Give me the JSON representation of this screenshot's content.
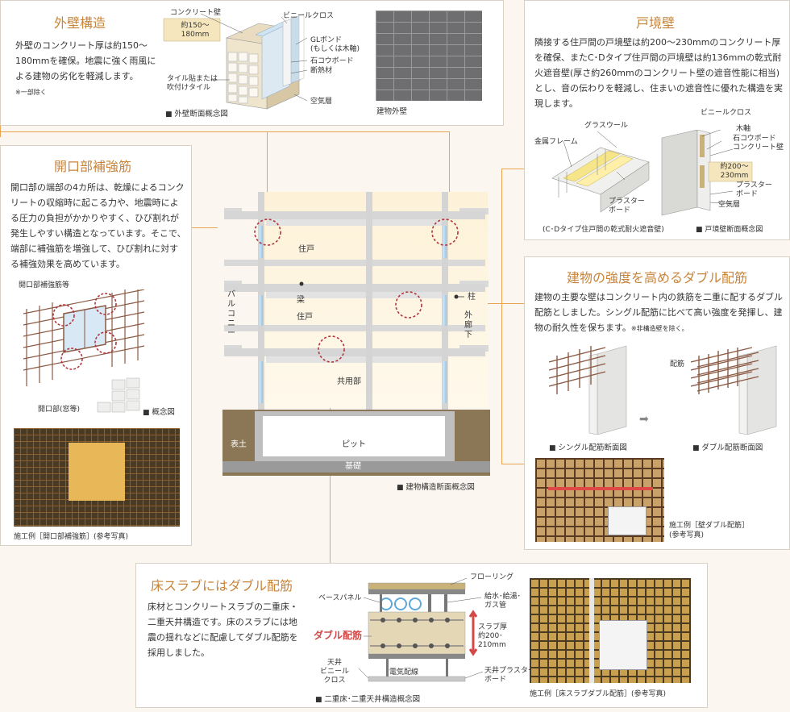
{
  "exterior_wall": {
    "title": "外壁構造",
    "text": "外壁のコンクリート厚は約150～180mmを確保。地震に強く雨風による建物の劣化を軽減します。",
    "note": "※一部除く",
    "labels": {
      "concrete_wall": "コンクリート壁",
      "thickness": "約150～\n180mm",
      "vinyl_cloth": "ビニールクロス",
      "gl_bond": "GLボンド\n(もしくは木軸)",
      "gypsum": "石コウボード",
      "insulation": "断熱材",
      "tile": "タイル貼または\n吹付けタイル",
      "air_layer": "空気層"
    },
    "caption_diagram": "外壁断面概念図",
    "caption_photo": "建物外壁"
  },
  "boundary_wall": {
    "title": "戸境壁",
    "text": "隣接する住戸間の戸境壁は約200～230mmのコンクリート厚を確保、またC･Dタイプ住戸間の戸境壁は約136mmの乾式耐火遮音壁(厚さ約260mmのコンクリート壁の遮音性能に相当)とし、音の伝わりを軽減し、住まいの遮音性に優れた構造を実現します。",
    "labels": {
      "glass_wool": "グラスウール",
      "metal_frame": "金属フレーム",
      "plaster_board": "プラスター\nボード",
      "vinyl_cloth": "ビニールクロス",
      "wood_frame": "木軸",
      "gypsum_concrete": "石コウボード\nコンクリート壁",
      "thickness": "約200～\n230mm",
      "plaster_board2": "プラスター\nボード",
      "air_layer": "空気層"
    },
    "caption_left": "(C･Dタイプ住戸間の乾式耐火遮音壁)",
    "caption_right": "戸境壁断面概念図"
  },
  "opening": {
    "title": "開口部補強筋",
    "text": "開口部の端部の4カ所は、乾燥によるコンクリートの収縮時に起こる力や、地震時による圧力の負担がかかりやすく、ひび割れが発生しやすい構造となっています。そこで、端部に補強筋を増強して、ひび割れに対する補強効果を高めています。",
    "labels": {
      "rebar": "開口部補強筋等",
      "window": "開口部(窓等)"
    },
    "caption_diagram": "概念図",
    "caption_photo": "施工例［開口部補強筋］(参考写真)"
  },
  "building": {
    "labels": {
      "unit1": "住戸",
      "unit2": "住戸",
      "beam": "梁",
      "column": "柱",
      "balcony": "バルコニー",
      "corridor": "外廊下",
      "common": "共用部",
      "soil": "表土",
      "pit": "ピット",
      "foundation": "基礎"
    },
    "caption": "建物構造断面概念図"
  },
  "double_rebar": {
    "title": "建物の強度を高めるダブル配筋",
    "text": "建物の主要な壁はコンクリート内の鉄筋を二重に配するダブル配筋としました。シングル配筋に比べて高い強度を発揮し、建物の耐久性を保ちます。",
    "note": "※非構造壁を除く。",
    "label_rebar": "配筋",
    "caption_single": "シングル配筋断面図",
    "caption_double": "ダブル配筋断面図",
    "caption_photo": "施工例［壁ダブル配筋］\n(参考写真)"
  },
  "floor_slab": {
    "title": "床スラブにはダブル配筋",
    "text": "床材とコンクリートスラブの二重床・二重天井構造です。床のスラブには地震の揺れなどに配慮してダブル配筋を採用しました。",
    "labels": {
      "flooring": "フローリング",
      "base_panel": "ベースパネル",
      "pipes": "給水･給湯･\nガス管",
      "double_rebar": "ダブル配筋",
      "slab": "スラブ厚\n約200･\n210mm",
      "ceiling": "天井\nビニール\nクロス",
      "wiring": "電気配線",
      "ceiling_board": "天井プラスター\nボード"
    },
    "caption_diagram": "二重床･二重天井構造概念図",
    "caption_photo": "施工例［床スラブダブル配筋］(参考写真)"
  },
  "colors": {
    "accent": "#c8843a",
    "line": "#e8a450",
    "dashed_circle": "#b0363c"
  }
}
